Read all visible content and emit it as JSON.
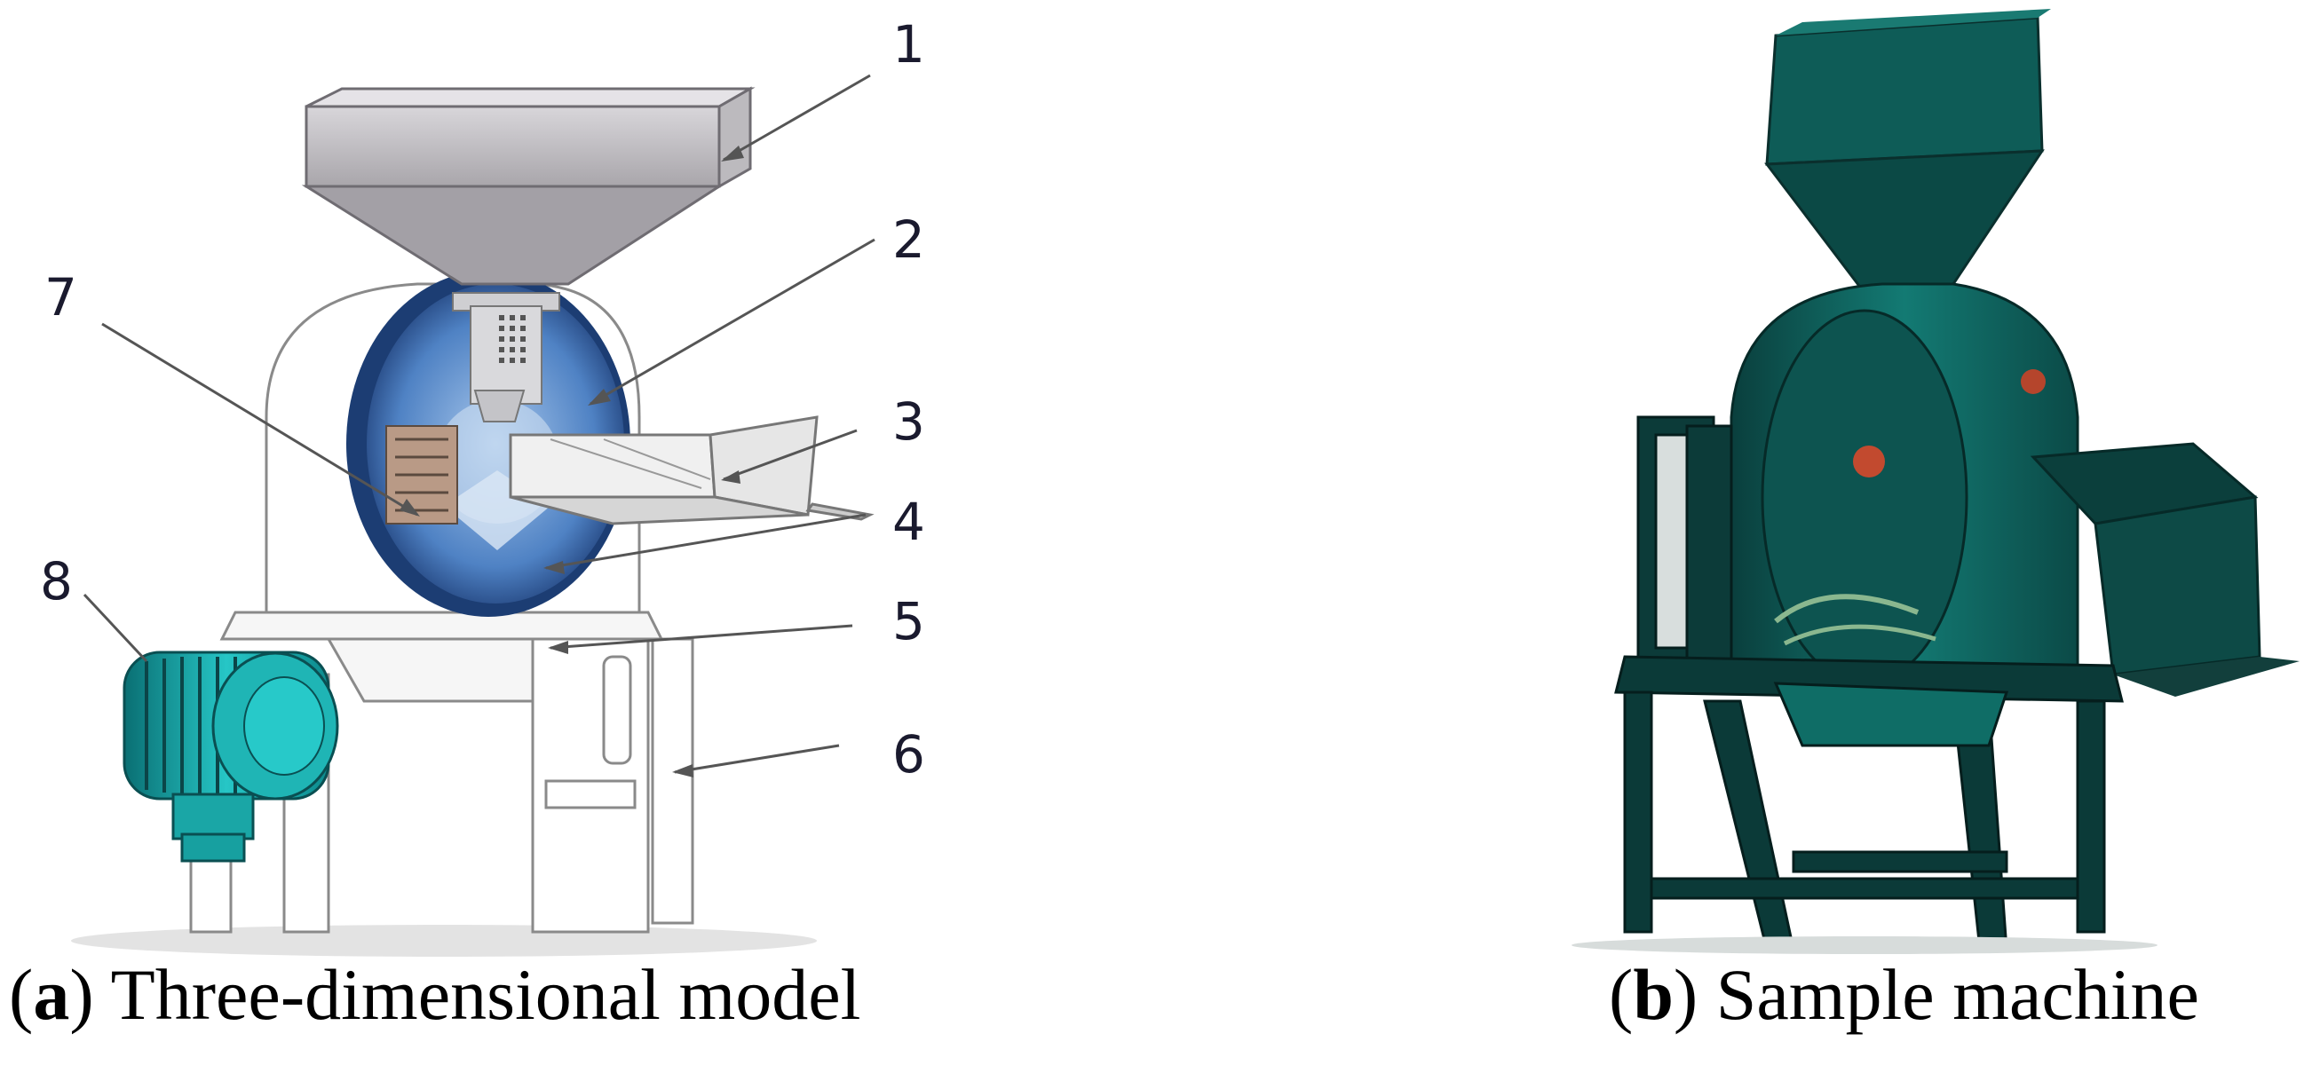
{
  "figure": {
    "panel_a": {
      "caption_letter": "a",
      "caption_text": "Three-dimensional model",
      "callouts": [
        "1",
        "2",
        "3",
        "4",
        "5",
        "6",
        "7",
        "8"
      ]
    },
    "panel_b": {
      "caption_letter": "b",
      "caption_text": "Sample machine"
    }
  },
  "colors": {
    "hopper": "#c9c6ca",
    "rotor": "#3d6fb0",
    "motor": "#1fb5b5",
    "machine": "#0f5e5a"
  }
}
